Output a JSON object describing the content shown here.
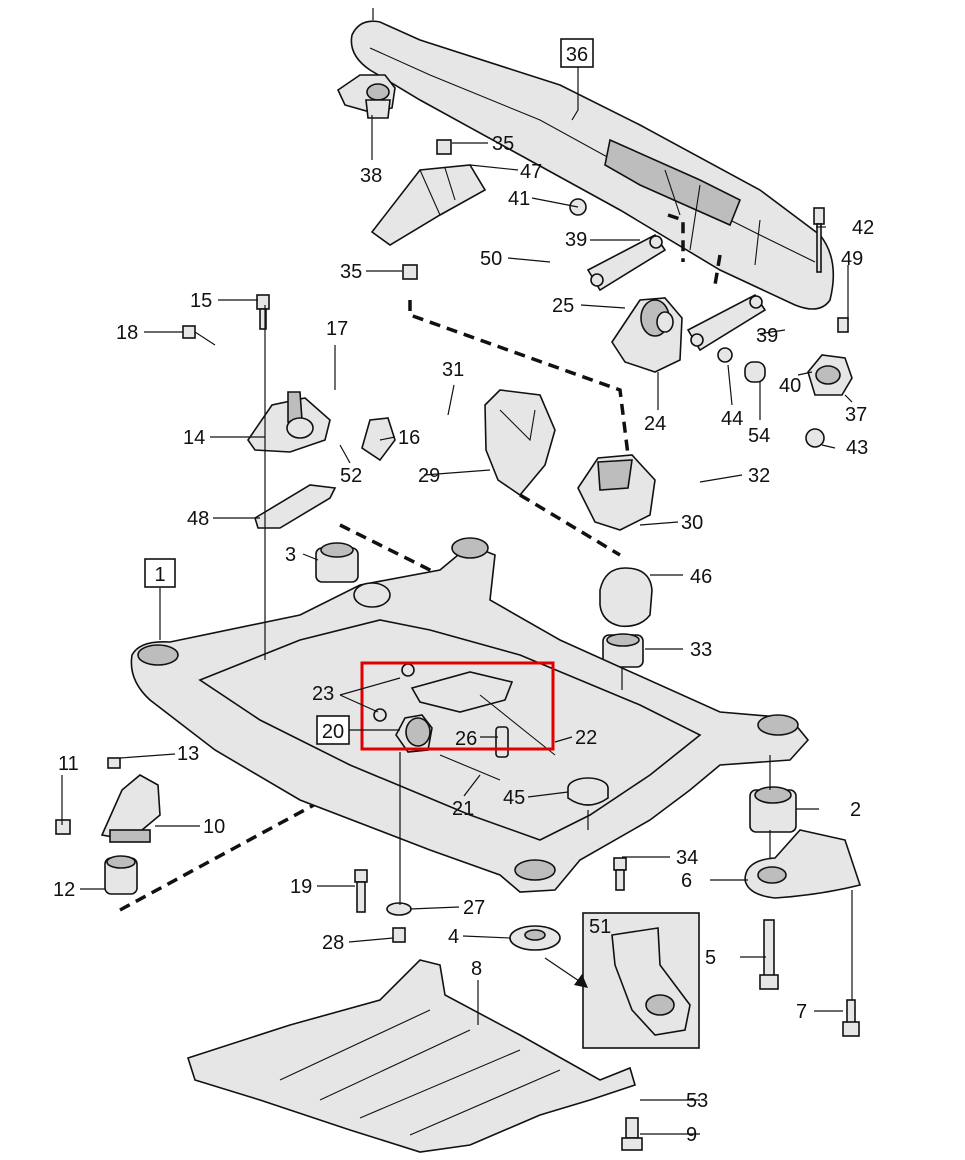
{
  "diagram": {
    "highlight_color": "#e00000",
    "boxed_labels": [
      "36",
      "1",
      "20"
    ],
    "labels": [
      "2",
      "3",
      "4",
      "5",
      "6",
      "7",
      "8",
      "9",
      "10",
      "11",
      "12",
      "13",
      "14",
      "15",
      "16",
      "17",
      "18",
      "19",
      "21",
      "22",
      "23",
      "24",
      "25",
      "26",
      "27",
      "28",
      "29",
      "30",
      "31",
      "32",
      "33",
      "34",
      "35",
      "35",
      "37",
      "38",
      "39",
      "39",
      "40",
      "41",
      "42",
      "43",
      "44",
      "45",
      "46",
      "47",
      "48",
      "49",
      "50",
      "51",
      "52",
      "53",
      "54"
    ]
  }
}
